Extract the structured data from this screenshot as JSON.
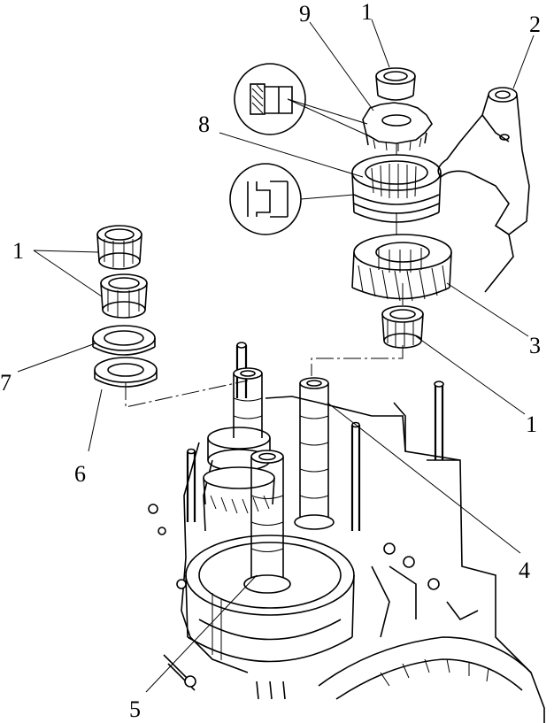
{
  "callouts": {
    "roller_bearing_top": "1",
    "shift_fork": "2",
    "gear": "3",
    "shaft_right": "4",
    "shaft_front": "5",
    "ring_lower_left": "6",
    "ring_upper_left": "7",
    "synchronizer": "8",
    "ring_gear_top": "9",
    "roller_bearings_left": "1",
    "roller_bearing_right": "1"
  }
}
